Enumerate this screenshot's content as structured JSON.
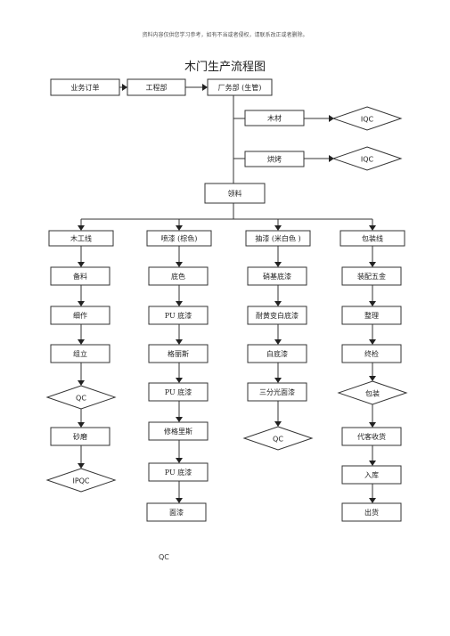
{
  "header_notice": "资料内容仅供您学习参考，如有不当或者侵权，请联系改正或者删除。",
  "title": "木门生产流程图",
  "footer_label": "QC",
  "nodes": {
    "order": "业务订单",
    "engineering": "工程部",
    "factory": "厂务部 (生管)",
    "wood": "木材",
    "iqc1": "IQC",
    "drying": "烘烤",
    "iqc2": "IQC",
    "issue": "领料",
    "woodwork": "木工线",
    "c1_1": "备料",
    "c1_2": "细作",
    "c1_3": "组立",
    "c1_qc": "QC",
    "c1_4": "砂磨",
    "c1_ipqc": "IPQC",
    "spray_brown": "喷漆 (棕色)",
    "c2_1": "底色",
    "c2_2": "PU 底漆",
    "c2_3": "格丽斯",
    "c2_4": "PU 底漆",
    "c2_5": "修格里斯",
    "c2_6": "PU 底漆",
    "c2_7": "面漆",
    "spray_white": "抽漆 (米白色 )",
    "c3_1": "硝基底漆",
    "c3_2": "耐黄变白底漆",
    "c3_3": "白底漆",
    "c3_4": "三分光面漆",
    "c3_qc": "QC",
    "packing": "包装线",
    "c4_1": "装配五金",
    "c4_2": "整理",
    "c4_3": "终检",
    "c4_pack": "包装",
    "c4_4": "代客收货",
    "c4_5": "入库",
    "c4_6": "出货"
  }
}
